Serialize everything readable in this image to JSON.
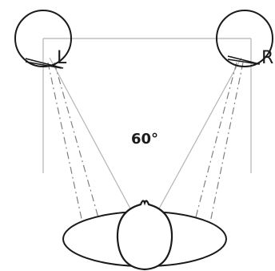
{
  "diagram": {
    "left_speaker_label": "L",
    "right_speaker_label": "R",
    "angle_label": "60°",
    "colors": {
      "outline": "#1a1a1a",
      "guide": "#b5b5b5",
      "dashdot": "#808080",
      "background": "#ffffff"
    }
  }
}
